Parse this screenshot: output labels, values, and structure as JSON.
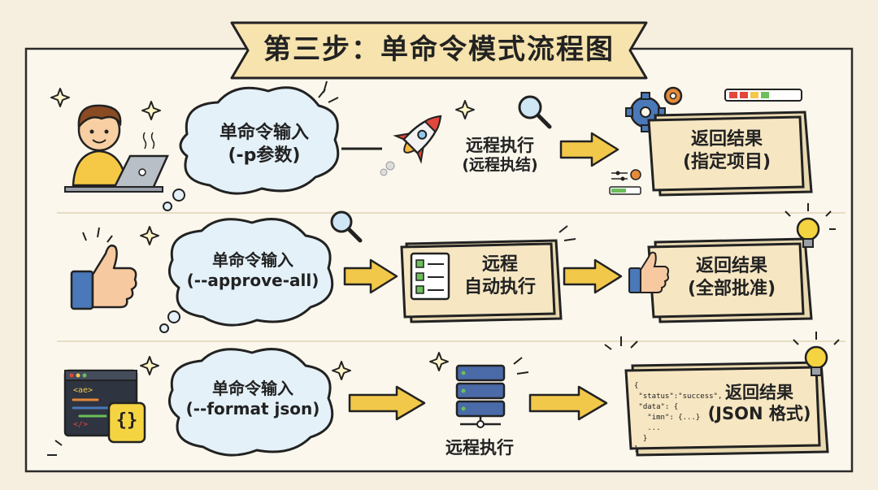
{
  "title": "第三步：单命令模式流程图",
  "rows": [
    {
      "input": {
        "line1": "单命令输入",
        "line2": "(-p参数)"
      },
      "process": {
        "line1": "远程执行",
        "line2": "(远程执结)"
      },
      "result": {
        "line1": "返回结果",
        "line2": "(指定项目)"
      }
    },
    {
      "input": {
        "line1": "单命令输入",
        "line2": "(--approve-all)"
      },
      "process": {
        "line1": "远程",
        "line2": "自动执行"
      },
      "result": {
        "line1": "返回结果",
        "line2": "(全部批准)"
      }
    },
    {
      "input": {
        "line1": "单命令输入",
        "line2": "(--format json)"
      },
      "process": {
        "line1": "远程执行"
      },
      "result": {
        "line1": "返回结果",
        "line2": "(JSON 格式)"
      }
    }
  ],
  "json_snippet": {
    "l1": "{",
    "l2": " \"status\":\"success\",",
    "l3": " \"data\": {",
    "l4": "   \"imn\": {...}",
    "l5": "   ...",
    "l6": "  }",
    "l7": "}"
  },
  "terminal_tag": "<ae>",
  "terminal_close": "</>",
  "braces_icon": "{}",
  "colors": {
    "arrow": "#f2c84b",
    "box": "#f6e6c2",
    "cloud": "#e4f1f9",
    "outline": "#222222"
  }
}
